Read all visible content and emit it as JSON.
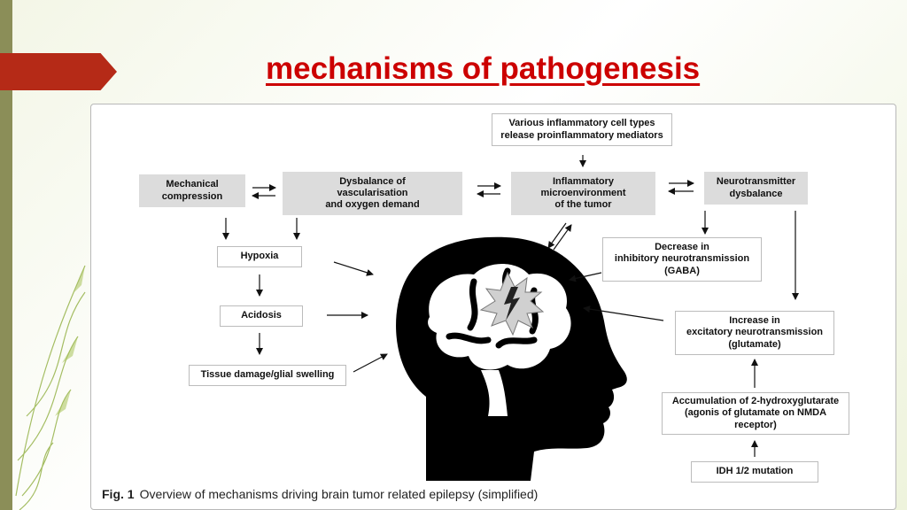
{
  "slide": {
    "title": "mechanisms of pathogenesis"
  },
  "figure": {
    "boxes": {
      "inflammatory_cells": "Various inflammatory cell types\nrelease proinflammatory mediators",
      "mechanical": "Mechanical\ncompression",
      "dysbalance": "Dysbalance of\nvascularisation\nand oxygen demand",
      "inflammatory_micro": "Inflammatory\nmicroenvironment\nof the tumor",
      "neurotransmitter": "Neurotransmitter\ndysbalance",
      "hypoxia": "Hypoxia",
      "decrease": "Decrease in\ninhibitory neurotransmission\n(GABA)",
      "acidosis": "Acidosis",
      "increase": "Increase in\nexcitatory neurotransmission\n(glutamate)",
      "tissue": "Tissue damage/glial swelling",
      "accumulation": "Accumulation of 2-hydroxyglutarate\n(agonis of glutamate on NMDA\nreceptor)",
      "idh": "IDH 1/2 mutation"
    },
    "caption_label": "Fig. 1",
    "caption_text": "Overview of mechanisms driving brain tumor related epilepsy (simplified)"
  },
  "colors": {
    "title": "#cc0000",
    "ribbon": "#b52a17",
    "box_fill": "#dcdcdc"
  }
}
